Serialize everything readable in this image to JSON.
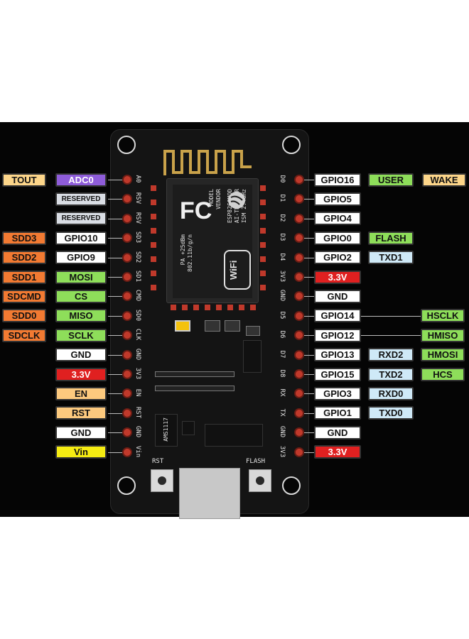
{
  "colors": {
    "yellow_orange": "#fdd68a",
    "purple": "#8e5cd9",
    "light_gray": "#d9dde4",
    "orange": "#f27a32",
    "white": "#ffffff",
    "green": "#8ede5a",
    "navy_border": "#26304a",
    "red": "#e02020",
    "amber": "#fcc97e",
    "yellow": "#f5ec12",
    "light_blue": "#cfe9f7",
    "board": "#141414",
    "pin_red": "#c0392b"
  },
  "board": {
    "module_brand": "FC",
    "module_text_1": "MODEL",
    "module_text_2": "VENDOR",
    "module_text_3": "ESP8266MOD",
    "module_text_4": "AI-THINKER",
    "module_text_5": "ISM 2.4GHz",
    "module_text_6": "PA +25dBm",
    "module_text_7": "802.11b/g/n",
    "wifi_logo": "WiFi",
    "ic_label": "AMS1117",
    "rst_button": "RST",
    "flash_button": "FLASH"
  },
  "left_pins": [
    "A0",
    "RSV",
    "RSV",
    "SD3",
    "SD2",
    "SD1",
    "CMD",
    "SD0",
    "CLK",
    "GND",
    "3V3",
    "EN",
    "RST",
    "GND",
    "Vin"
  ],
  "right_pins": [
    "D0",
    "D1",
    "D2",
    "D3",
    "D4",
    "3V3",
    "GND",
    "D5",
    "D6",
    "D7",
    "D8",
    "RX",
    "TX",
    "GND",
    "3V3"
  ],
  "left_rows": [
    {
      "inner": {
        "text": "ADC0",
        "color": "purple",
        "tc": "#ffffff"
      },
      "outer": {
        "text": "TOUT",
        "color": "yellow_orange"
      }
    },
    {
      "inner": {
        "text": "RESERVED",
        "color": "light_gray",
        "small": true
      }
    },
    {
      "inner": {
        "text": "RESERVED",
        "color": "light_gray",
        "small": true
      }
    },
    {
      "inner": {
        "text": "GPIO10",
        "color": "white"
      },
      "outer": {
        "text": "SDD3",
        "color": "orange"
      }
    },
    {
      "inner": {
        "text": "GPIO9",
        "color": "white"
      },
      "outer": {
        "text": "SDD2",
        "color": "orange"
      }
    },
    {
      "inner": {
        "text": "MOSI",
        "color": "green"
      },
      "outer": {
        "text": "SDD1",
        "color": "orange"
      }
    },
    {
      "inner": {
        "text": "CS",
        "color": "green"
      },
      "outer": {
        "text": "SDCMD",
        "color": "orange"
      }
    },
    {
      "inner": {
        "text": "MISO",
        "color": "green"
      },
      "outer": {
        "text": "SDD0",
        "color": "orange"
      }
    },
    {
      "inner": {
        "text": "SCLK",
        "color": "green"
      },
      "outer": {
        "text": "SDCLK",
        "color": "orange"
      }
    },
    {
      "inner": {
        "text": "GND",
        "color": "white"
      }
    },
    {
      "inner": {
        "text": "3.3V",
        "color": "red",
        "tc": "#ffffff"
      }
    },
    {
      "inner": {
        "text": "EN",
        "color": "amber"
      }
    },
    {
      "inner": {
        "text": "RST",
        "color": "amber"
      }
    },
    {
      "inner": {
        "text": "GND",
        "color": "white"
      }
    },
    {
      "inner": {
        "text": "Vin",
        "color": "yellow"
      }
    }
  ],
  "right_rows": [
    {
      "inner": {
        "text": "GPIO16",
        "color": "white"
      },
      "mid": {
        "text": "USER",
        "color": "green"
      },
      "outer": {
        "text": "WAKE",
        "color": "yellow_orange"
      }
    },
    {
      "inner": {
        "text": "GPIO5",
        "color": "white"
      }
    },
    {
      "inner": {
        "text": "GPIO4",
        "color": "white"
      }
    },
    {
      "inner": {
        "text": "GPIO0",
        "color": "white"
      },
      "mid": {
        "text": "FLASH",
        "color": "green"
      }
    },
    {
      "inner": {
        "text": "GPIO2",
        "color": "white"
      },
      "mid": {
        "text": "TXD1",
        "color": "light_blue"
      }
    },
    {
      "inner": {
        "text": "3.3V",
        "color": "red",
        "tc": "#ffffff"
      }
    },
    {
      "inner": {
        "text": "GND",
        "color": "white"
      }
    },
    {
      "inner": {
        "text": "GPIO14",
        "color": "white"
      },
      "outer": {
        "text": "HSCLK",
        "color": "green"
      }
    },
    {
      "inner": {
        "text": "GPIO12",
        "color": "white"
      },
      "outer": {
        "text": "HMISO",
        "color": "green"
      }
    },
    {
      "inner": {
        "text": "GPIO13",
        "color": "white"
      },
      "mid": {
        "text": "RXD2",
        "color": "light_blue"
      },
      "outer": {
        "text": "HMOSI",
        "color": "green"
      }
    },
    {
      "inner": {
        "text": "GPIO15",
        "color": "white"
      },
      "mid": {
        "text": "TXD2",
        "color": "light_blue"
      },
      "outer": {
        "text": "HCS",
        "color": "green"
      }
    },
    {
      "inner": {
        "text": "GPIO3",
        "color": "white"
      },
      "mid": {
        "text": "RXD0",
        "color": "light_blue"
      }
    },
    {
      "inner": {
        "text": "GPIO1",
        "color": "white"
      },
      "mid": {
        "text": "TXD0",
        "color": "light_blue"
      }
    },
    {
      "inner": {
        "text": "GND",
        "color": "white"
      }
    },
    {
      "inner": {
        "text": "3.3V",
        "color": "red",
        "tc": "#ffffff"
      }
    }
  ]
}
